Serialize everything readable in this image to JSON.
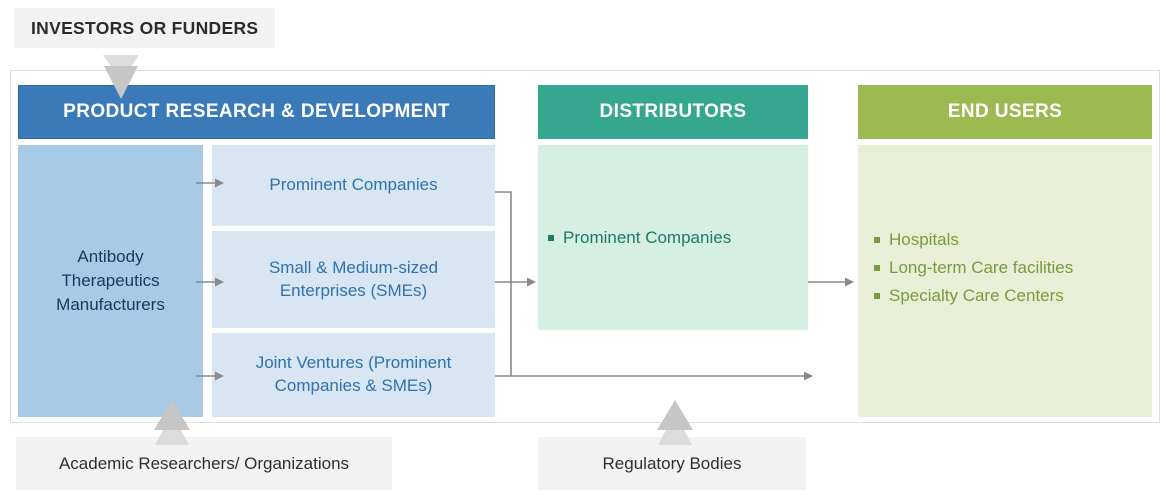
{
  "investors": {
    "label": "INVESTORS OR FUNDERS"
  },
  "rnd": {
    "header": "PRODUCT RESEARCH & DEVELOPMENT",
    "manufacturer": "Antibody Therapeutics Manufacturers",
    "boxes": [
      "Prominent Companies",
      "Small & Medium-sized Enterprises (SMEs)",
      "Joint Ventures (Prominent Companies & SMEs)"
    ]
  },
  "distributors": {
    "header": "DISTRIBUTORS",
    "items": [
      "Prominent Companies"
    ]
  },
  "end_users": {
    "header": "END USERS",
    "items": [
      "Hospitals",
      "Long-term Care facilities",
      "Specialty Care Centers"
    ]
  },
  "footer": {
    "academic": "Academic Researchers/ Organizations",
    "regulatory": "Regulatory Bodies"
  },
  "colors": {
    "rnd_header_bg": "#3a7ab9",
    "distributors_header_bg": "#36a78f",
    "end_users_header_bg": "#9cba52",
    "manufacturer_bg": "#a9cae5",
    "rnd_box_bg": "#d8e5f2",
    "distributors_box_bg": "#d6efe3",
    "end_users_box_bg": "#e9efd7",
    "rnd_text": "#2e73b0",
    "manufacturer_text": "#17395e",
    "distributors_text": "#1e7a68",
    "end_users_text": "#7b9a3f",
    "connector_gray": "#8a8a8a",
    "label_bg": "#f2f2f2"
  }
}
